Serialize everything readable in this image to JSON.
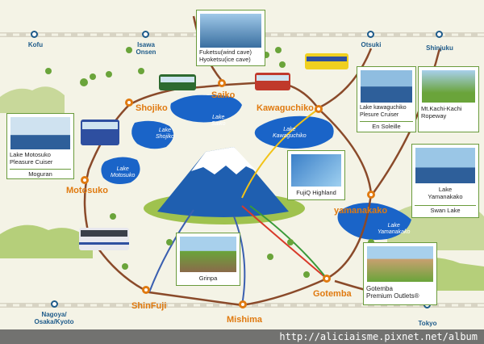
{
  "stations": {
    "kofu": "Kofu",
    "isawa_onsen": "Isawa\nOnsen",
    "otsuki": "Otsuki",
    "shinjuku": "Shinjuku",
    "nagoya": "Nagoya/\nOsaka/Kyoto",
    "tokyo": "Tokyo"
  },
  "cities": {
    "saiko": "Saiko",
    "shojiko": "Shojiko",
    "kawaguchiko": "Kawaguchiko",
    "motosuko": "Motosuko",
    "yamanakako": "yamanakako",
    "shinfuji": "ShinFuji",
    "mishima": "Mishima",
    "gotemba": "Gotemba"
  },
  "lakes": {
    "saiko": "Lake\nSaiko",
    "shojiko": "Lake\nShojiko",
    "kawaguchiko": "Lake\nKawaguchiko",
    "motosuko": "Lake\nMotosuko",
    "yamanakako": "Lake\nYamanakako"
  },
  "cards": {
    "fuketsu": "Fuketsu(wind cave)\nHyoketsu(ice cave)",
    "motosuko_title": "Lake Motosuko\nPleasure Cuiser",
    "motosuko_sub": "Moguran",
    "kawaguchiko_title": "Lake kawaguchiko\nPlesure Cruiser",
    "kawaguchiko_sub": "En Soleille",
    "kachikachi": "Mt.Kachi-Kachi\nRopeway",
    "fujiq": "FujiQ Highland",
    "yamanakako_title": "Lake\nYamanakako",
    "yamanakako_sub": "Swan Lake",
    "grinpa": "Grinpa",
    "gotemba_outlets": "Gotemba\nPremium Outlets®"
  },
  "footer": {
    "watermark": "http://aliciaisme.pixnet.net/album"
  },
  "colors": {
    "route": "#8a4a2a",
    "water": "#1a64c8",
    "pin": "#e07a10",
    "station": "#1e5b8a",
    "card_border": "#6a9b3c"
  }
}
